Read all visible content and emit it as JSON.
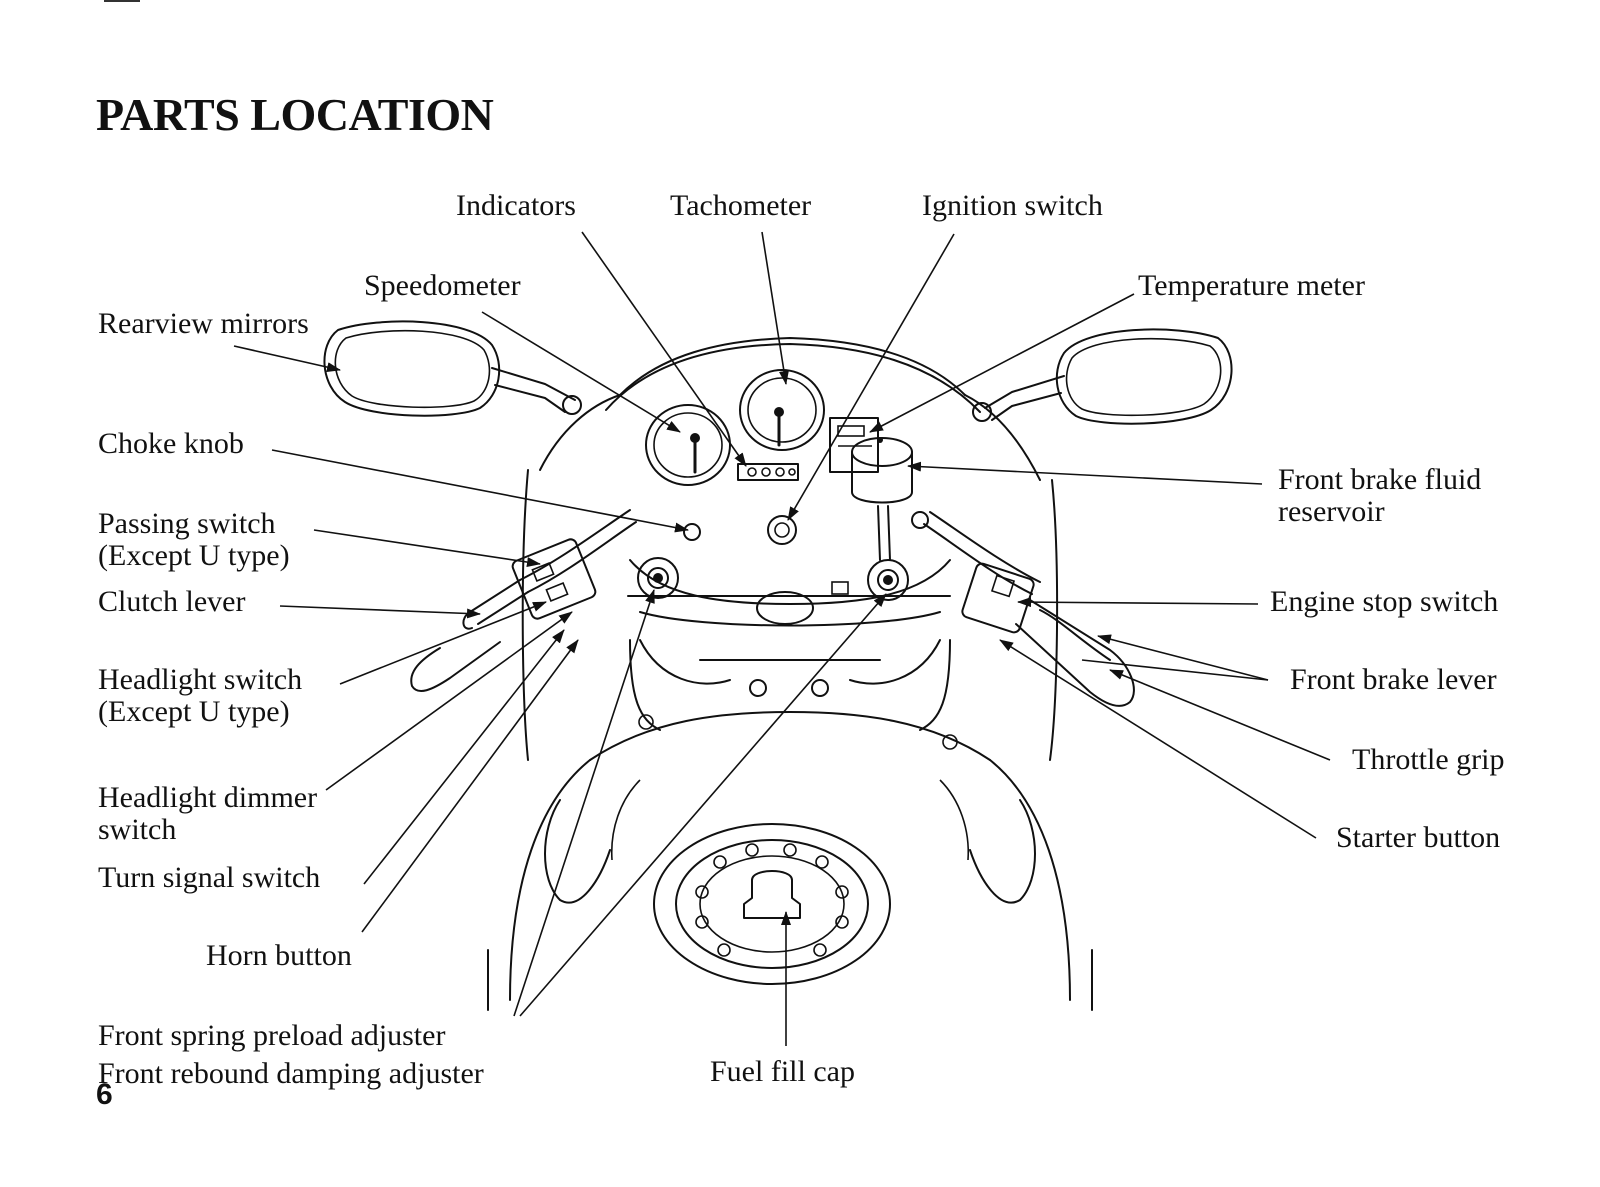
{
  "page": {
    "title": "PARTS LOCATION",
    "page_number": "6"
  },
  "labels": {
    "indicators": "Indicators",
    "tachometer": "Tachometer",
    "ignition_switch": "Ignition switch",
    "speedometer": "Speedometer",
    "temperature_meter": "Temperature meter",
    "rearview_mirrors": "Rearview mirrors",
    "choke_knob": "Choke knob",
    "front_brake_fluid_reservoir_line1": "Front brake fluid",
    "front_brake_fluid_reservoir_line2": "reservoir",
    "passing_switch_line1": "Passing switch",
    "passing_switch_line2": "(Except U type)",
    "clutch_lever": "Clutch lever",
    "engine_stop_switch": "Engine stop switch",
    "headlight_switch_line1": "Headlight switch",
    "headlight_switch_line2": "(Except U type)",
    "front_brake_lever": "Front brake lever",
    "throttle_grip": "Throttle grip",
    "headlight_dimmer_switch_line1": "Headlight dimmer",
    "headlight_dimmer_switch_line2": "switch",
    "starter_button": "Starter button",
    "turn_signal_switch": "Turn signal switch",
    "horn_button": "Horn button",
    "front_spring_preload_adjuster": "Front spring preload adjuster",
    "front_rebound_damping_adjuster": "Front rebound damping adjuster",
    "fuel_fill_cap": "Fuel fill cap"
  }
}
